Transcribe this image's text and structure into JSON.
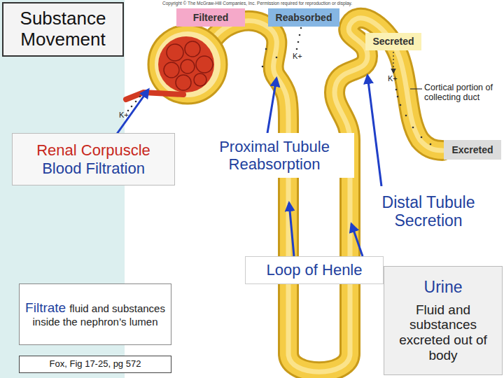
{
  "diagram": {
    "title": "Substance Movement",
    "nodes": [
      {
        "text": [
          "Filtered"
        ]
      },
      {
        "text": [
          "Reabsorbed"
        ]
      },
      {
        "text": [
          "Secreted"
        ]
      },
      {
        "text": [
          "Renal Corpuscle",
          "Blood Filtration"
        ]
      },
      {
        "text": [
          "Proximal Tubule Reabsorption"
        ]
      },
      {
        "text": [
          "Excreted"
        ]
      },
      {
        "text": [
          "Distal Tubule Secretion"
        ]
      },
      {
        "text": [
          "Loop of Henle"
        ]
      },
      {
        "text": [
          "Urine",
          "Fluid and substances excreted out of body"
        ]
      },
      {
        "text": [
          "Filtrate",
          "fluid and substances inside the nephron’s lumen"
        ]
      },
      {
        "text": [
          "Fox, Fig 17-25, pg 572"
        ]
      }
    ],
    "labels": [
      "Copyright © The McGraw-Hill Companies, Inc. Permission required for reproduction or display.",
      "K+",
      "K+",
      "Cortical portion of collecting duct",
      "K+"
    ]
  }
}
